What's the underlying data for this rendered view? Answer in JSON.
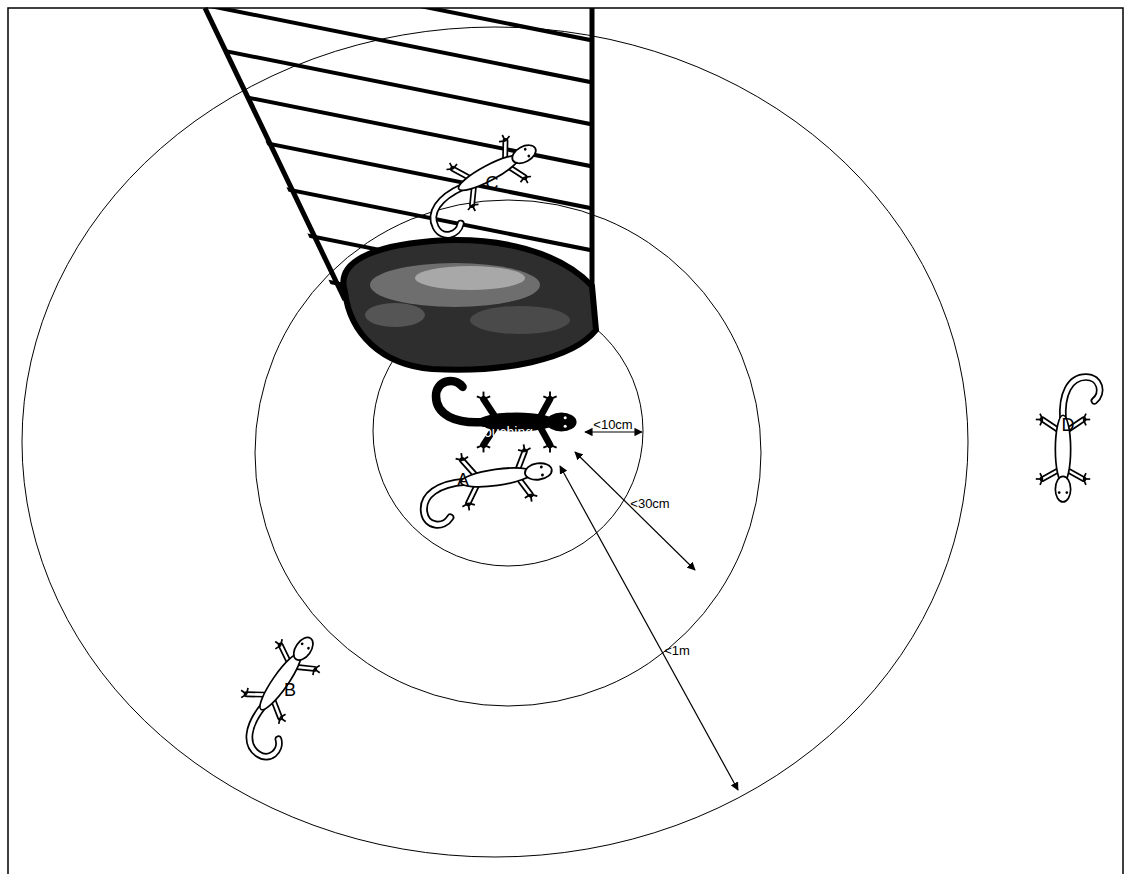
{
  "diagram": {
    "nodes": [
      {
        "text": [
          "C"
        ]
      },
      {
        "text": [
          "Touching"
        ]
      },
      {
        "text": [
          "A"
        ]
      },
      {
        "text": [
          "B"
        ]
      },
      {
        "text": [
          "D"
        ]
      }
    ],
    "labels": [
      "<10cm",
      "<30cm",
      "<1m"
    ]
  }
}
